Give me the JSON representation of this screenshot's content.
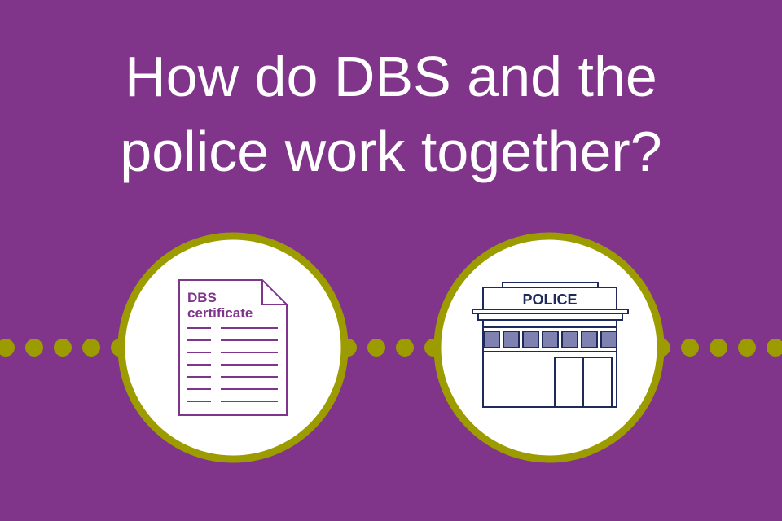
{
  "title": {
    "line1": "How do DBS and the",
    "line2": "police work together?"
  },
  "certificate": {
    "line1": "DBS",
    "line2": "certificate"
  },
  "police_sign": "POLICE",
  "colors": {
    "background": "#80358a",
    "accent": "#9c9c00",
    "certificate": "#7f358b",
    "police": "#1f2a5c",
    "windows": "#7f82b0"
  }
}
